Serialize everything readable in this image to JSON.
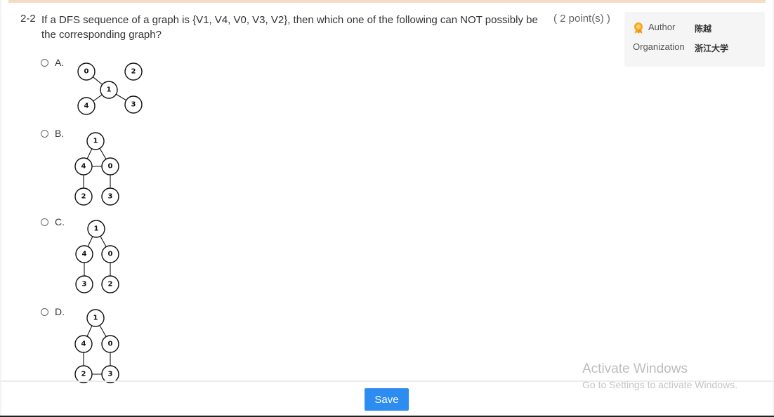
{
  "question": {
    "number": "2-2",
    "text": "If a DFS sequence of a graph is {V1, V4, V0, V3, V2}, then which one of the following can NOT possibly be the corresponding graph?",
    "points": "( 2 point(s) )"
  },
  "info": {
    "author_label": "Author",
    "author_value": "陈越",
    "org_label": "Organization",
    "org_value": "浙江大学"
  },
  "options": [
    {
      "letter": "A.",
      "nodes": [
        "0",
        "1",
        "2",
        "3",
        "4"
      ],
      "edges": [
        [
          "0",
          "1"
        ],
        [
          "1",
          "4"
        ],
        [
          "1",
          "3"
        ]
      ]
    },
    {
      "letter": "B.",
      "nodes": [
        "1",
        "4",
        "0",
        "2",
        "3"
      ],
      "edges": [
        [
          "1",
          "4"
        ],
        [
          "1",
          "0"
        ],
        [
          "4",
          "0"
        ],
        [
          "4",
          "2"
        ],
        [
          "0",
          "3"
        ]
      ]
    },
    {
      "letter": "C.",
      "nodes": [
        "1",
        "4",
        "0",
        "3",
        "2"
      ],
      "edges": [
        [
          "1",
          "4"
        ],
        [
          "1",
          "0"
        ],
        [
          "4",
          "3"
        ],
        [
          "0",
          "2"
        ]
      ]
    },
    {
      "letter": "D.",
      "nodes": [
        "1",
        "4",
        "0",
        "2",
        "3"
      ],
      "edges": [
        [
          "1",
          "4"
        ],
        [
          "1",
          "0"
        ],
        [
          "4",
          "2"
        ],
        [
          "0",
          "3"
        ],
        [
          "2",
          "3"
        ]
      ]
    }
  ],
  "footer": {
    "save_label": "Save"
  },
  "watermark": {
    "title": "Activate Windows",
    "subtitle": "Go to Settings to activate Windows."
  },
  "colors": {
    "accent": "#2d8cf0",
    "top_stripe": "#f7dcc4",
    "info_bg": "#f5f5f5"
  }
}
